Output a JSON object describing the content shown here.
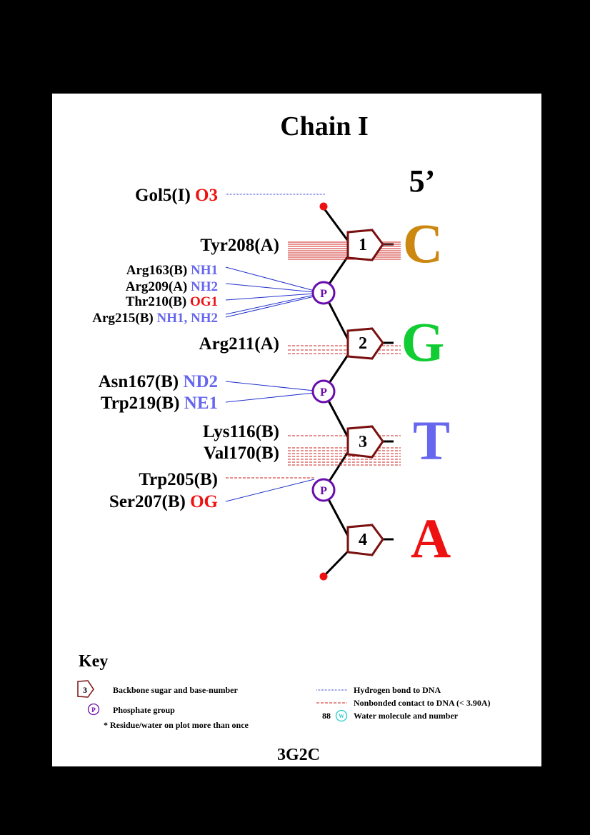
{
  "title": "Chain I",
  "five_prime": "5’",
  "pdb_id": "3G2C",
  "colors": {
    "hbond": "#2233cc",
    "nonbonded": "#cc2222",
    "sugar": "#7a1010",
    "phosphate": "#6a0dad",
    "atom_red": "#ee1111",
    "atom_blue": "#6666ee",
    "water": "#22cccc"
  },
  "nucleotides": [
    {
      "number": "1",
      "base": "C",
      "base_color": "#cc8811"
    },
    {
      "number": "2",
      "base": "G",
      "base_color": "#11cc33"
    },
    {
      "number": "3",
      "base": "T",
      "base_color": "#6666ee"
    },
    {
      "number": "4",
      "base": "A",
      "base_color": "#ee1111"
    }
  ],
  "phosphate_label": "P",
  "interactions": [
    {
      "residue": "Gol5(I)",
      "atom": "O3",
      "atom_color": "red",
      "type": "hbond"
    },
    {
      "residue": "Tyr208(A)",
      "atom": "",
      "type": "nonbonded"
    },
    {
      "residue": "Arg163(B)",
      "atom": "NH1",
      "atom_color": "blue",
      "type": "hbond"
    },
    {
      "residue": "Arg209(A)",
      "atom": "NH2",
      "atom_color": "blue",
      "type": "hbond"
    },
    {
      "residue": "Thr210(B)",
      "atom": "OG1",
      "atom_color": "red",
      "type": "hbond"
    },
    {
      "residue": "Arg215(B)",
      "atom": "NH1, NH2",
      "atom_color": "blue",
      "type": "hbond"
    },
    {
      "residue": "Arg211(A)",
      "atom": "",
      "type": "nonbonded"
    },
    {
      "residue": "Asn167(B)",
      "atom": "ND2",
      "atom_color": "blue",
      "type": "hbond"
    },
    {
      "residue": "Trp219(B)",
      "atom": "NE1",
      "atom_color": "blue",
      "type": "hbond"
    },
    {
      "residue": "Lys116(B)",
      "atom": "",
      "type": "nonbonded"
    },
    {
      "residue": "Val170(B)",
      "atom": "",
      "type": "nonbonded"
    },
    {
      "residue": "Trp205(B)",
      "atom": "",
      "type": "nonbonded"
    },
    {
      "residue": "Ser207(B)",
      "atom": "OG",
      "atom_color": "red",
      "type": "hbond"
    }
  ],
  "key": {
    "title": "Key",
    "sugar_example_number": "3",
    "sugar_label": "Backbone sugar and base-number",
    "phosphate_example": "P",
    "phosphate_label": "Phosphate group",
    "repeat_note": "* Residue/water on plot more than once",
    "hbond_label": "Hydrogen bond to DNA",
    "nonbonded_label": "Nonbonded contact to DNA (< 3.90A)",
    "water_number": "88",
    "water_symbol": "W",
    "water_label": "Water molecule and number"
  }
}
